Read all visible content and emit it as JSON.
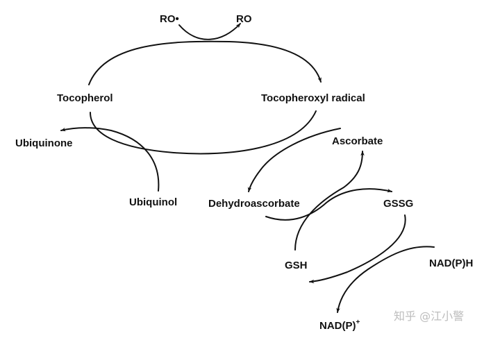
{
  "labels": {
    "ro_radical": "RO•",
    "ro": "RO",
    "tocopherol": "Tocopherol",
    "tocopheroxyl_radical": "Tocopheroxyl radical",
    "ubiquinone": "Ubiquinone",
    "ubiquinol": "Ubiquinol",
    "ascorbate": "Ascorbate",
    "dehydroascorbate": "Dehydroascorbate",
    "gssg": "GSSG",
    "gsh": "GSH",
    "nadph": "NAD(P)H",
    "nadp_base": "NAD(P)",
    "nadp_sup": "+"
  },
  "watermark": "知乎 @江小警",
  "colors": {
    "ink": "#111111",
    "watermark": "#bdbdbd",
    "background": "#ffffff"
  }
}
